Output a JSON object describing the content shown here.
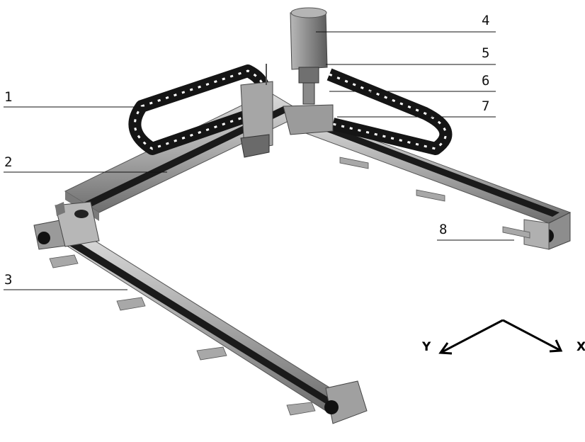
{
  "callouts": [
    {
      "id": "1",
      "label": "1"
    },
    {
      "id": "2",
      "label": "2"
    },
    {
      "id": "3",
      "label": "3"
    },
    {
      "id": "4",
      "label": "4"
    },
    {
      "id": "5",
      "label": "5"
    },
    {
      "id": "6",
      "label": "6"
    },
    {
      "id": "7",
      "label": "7"
    },
    {
      "id": "8",
      "label": "8"
    }
  ],
  "axes": {
    "y_label": "Y",
    "x_label": "X"
  },
  "colors": {
    "rail_light": "#c9c9c9",
    "rail_mid": "#9e9e9e",
    "rail_dark": "#5e5e5e",
    "slot": "#1a1a1a",
    "cable_chain": "#151515",
    "motor": "#8f8f8f"
  }
}
